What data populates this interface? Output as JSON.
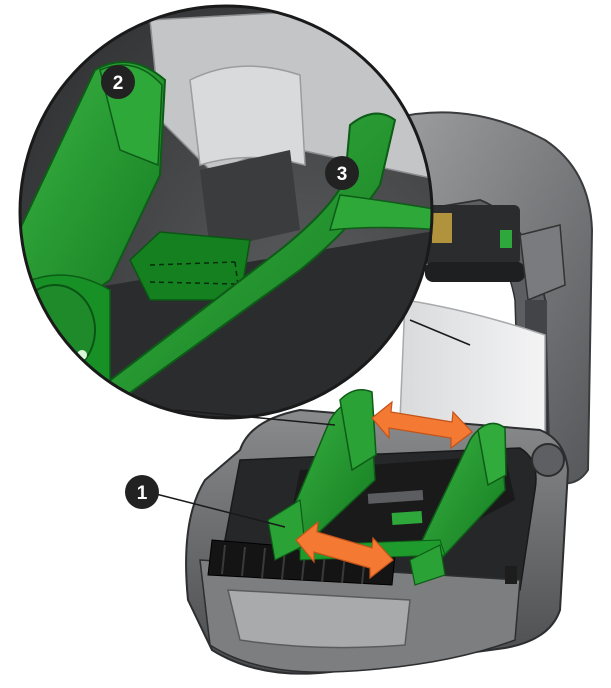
{
  "figure": {
    "callouts": [
      {
        "id": "callout-1",
        "label": "1"
      },
      {
        "id": "callout-2",
        "label": "2"
      },
      {
        "id": "callout-3",
        "label": "3"
      }
    ],
    "colors": {
      "guide_green": "#1f9a2c",
      "guide_green_dark": "#0f6b1a",
      "guide_green_light": "#4cc24f",
      "arrow_orange": "#f47a33",
      "body_gray": "#6e6e70",
      "body_gray_dark": "#3e3f41",
      "body_gray_light": "#b8b9bb",
      "platen_black": "#1b1b1c",
      "callout_bg": "#222222"
    }
  }
}
